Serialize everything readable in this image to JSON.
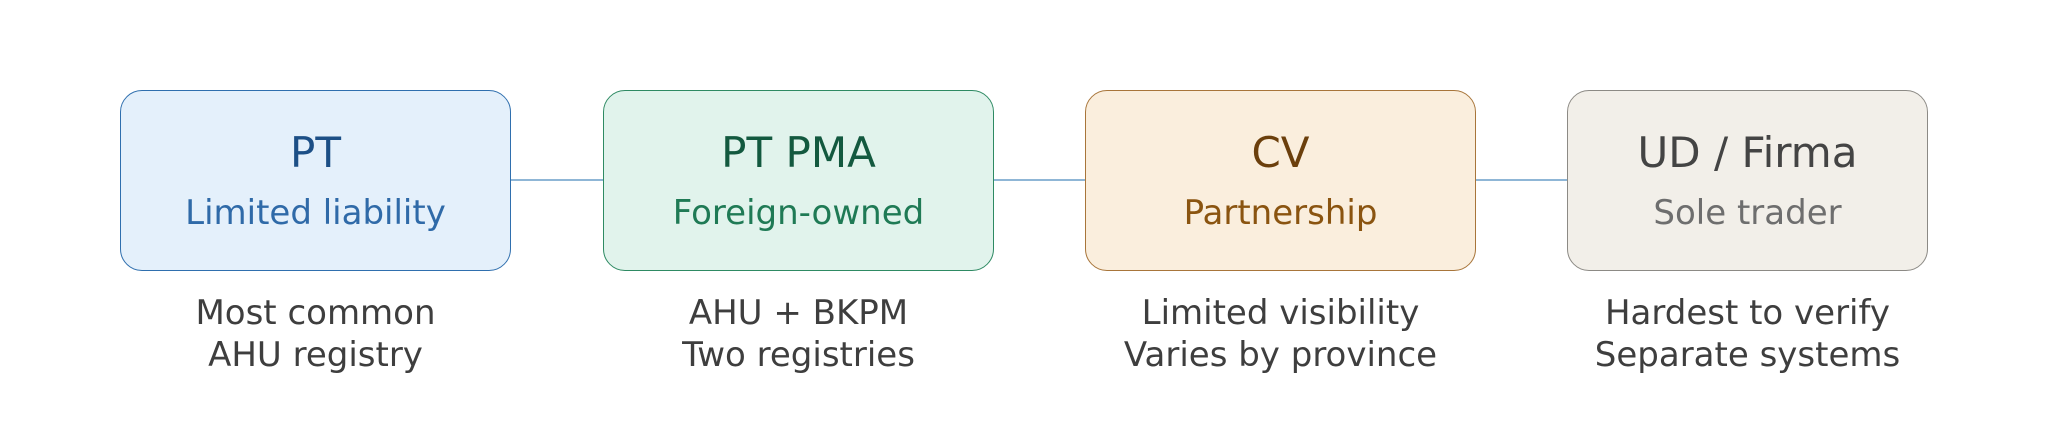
{
  "connector_color": "#8fb6d6",
  "nodes": [
    {
      "title": "PT",
      "subtitle": "Limited liability",
      "notes": [
        "Most common",
        "AHU registry"
      ],
      "colors": {
        "fill": "#e4f0fb",
        "border": "#2f6fae",
        "title": "#1c4f86",
        "subtitle": "#2f6aa8"
      }
    },
    {
      "title": "PT PMA",
      "subtitle": "Foreign-owned",
      "notes": [
        "AHU + BKPM",
        "Two registries"
      ],
      "colors": {
        "fill": "#e1f3ec",
        "border": "#2e8a63",
        "title": "#13593f",
        "subtitle": "#1f7a55"
      }
    },
    {
      "title": "CV",
      "subtitle": "Partnership",
      "notes": [
        "Limited visibility",
        "Varies by province"
      ],
      "colors": {
        "fill": "#faeedd",
        "border": "#a8753a",
        "title": "#6b3f0c",
        "subtitle": "#8a5410"
      }
    },
    {
      "title": "UD / Firma",
      "subtitle": "Sole trader",
      "notes": [
        "Hardest to verify",
        "Separate systems"
      ],
      "colors": {
        "fill": "#f2efe9",
        "border": "#8c8a85",
        "title": "#444444",
        "subtitle": "#6e6e6e"
      }
    }
  ]
}
